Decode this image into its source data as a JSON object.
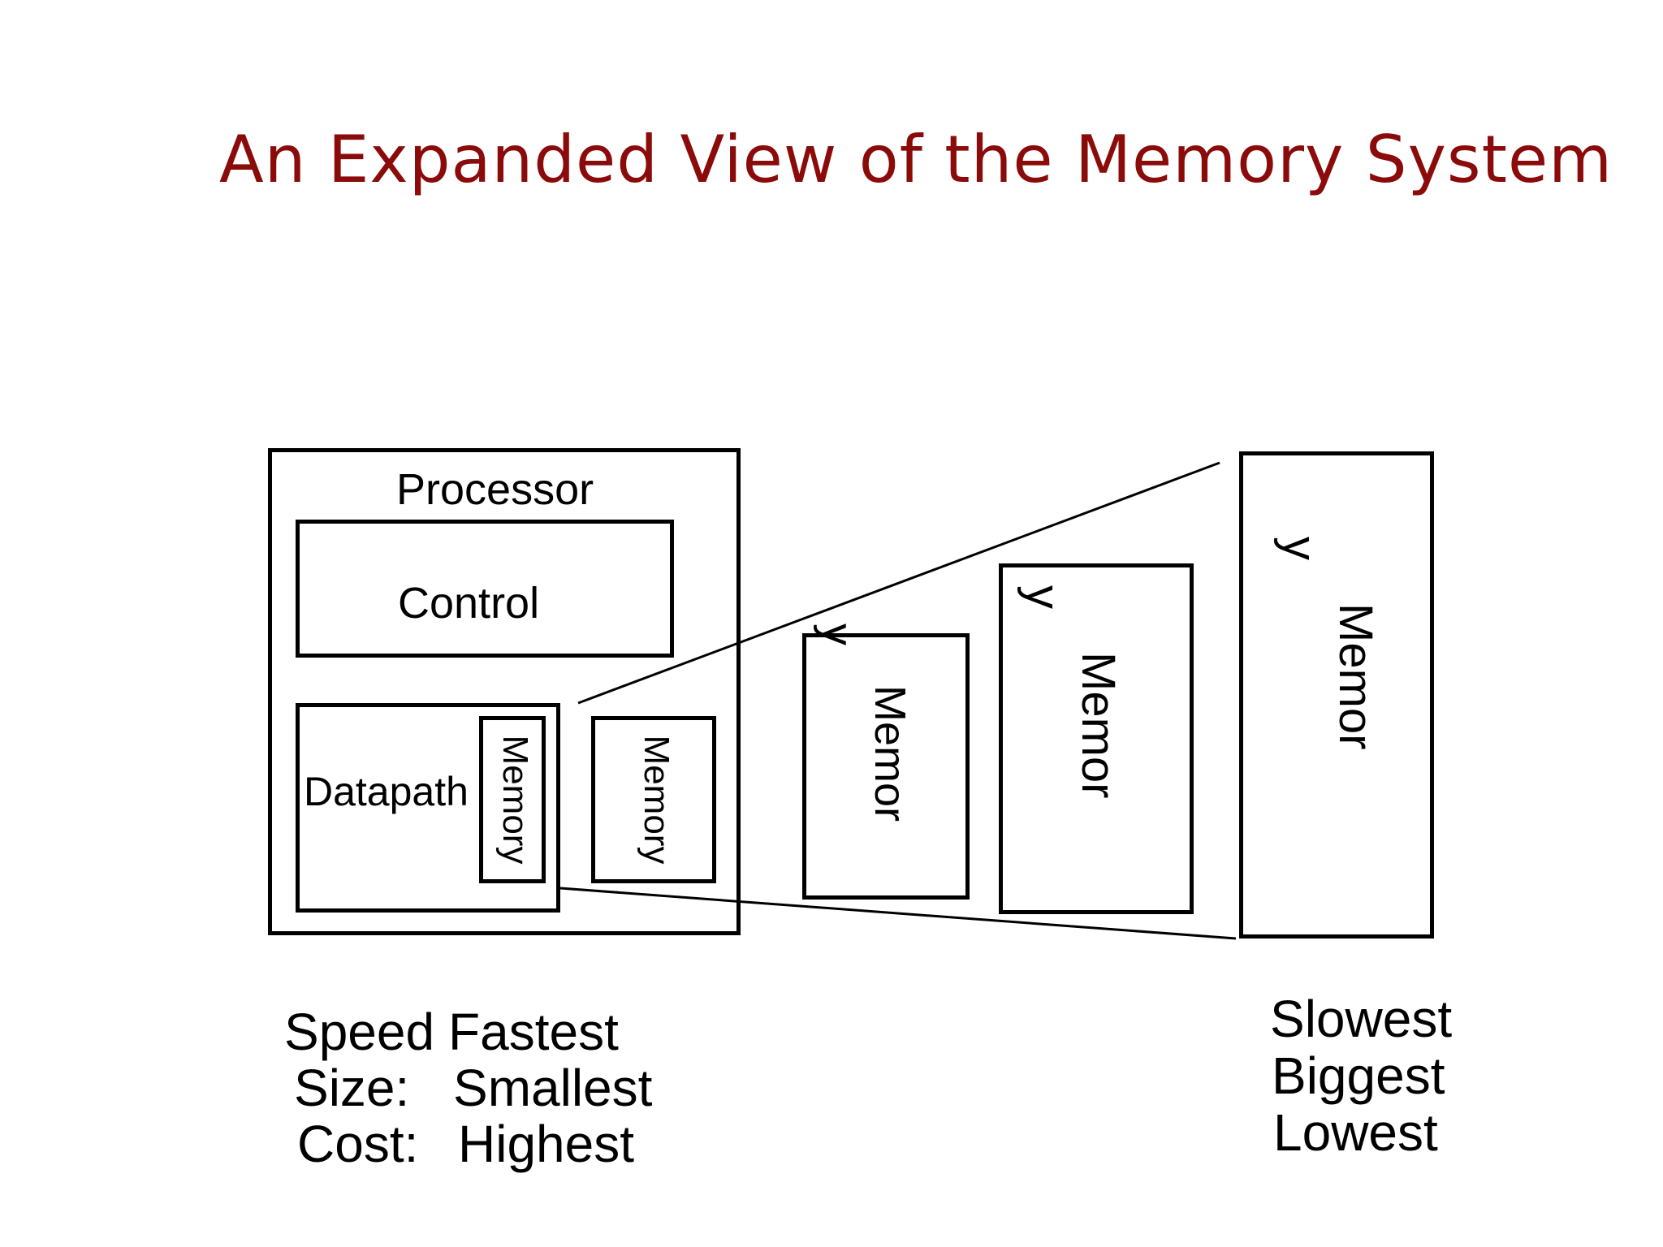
{
  "title": "An Expanded View of the Memory System",
  "diagram": {
    "processor_label": "Processor",
    "control_label": "Control",
    "datapath_label": "Datapath",
    "register_memory_label": "Memory",
    "cache_memory_label": "Memory",
    "level3_memory": {
      "line1": "Memor",
      "line2": "y"
    },
    "level4_memory": {
      "line1": "Memor",
      "line2": "y"
    },
    "level5_memory": {
      "line1": "Memor",
      "line2": "y"
    }
  },
  "left_stats": {
    "speed_label": "Speed",
    "speed_value": "Fastest",
    "size_label": "Size:",
    "size_value": "Smallest",
    "cost_label": "Cost:",
    "cost_value": "Highest"
  },
  "right_stats": {
    "speed_value": "Slowest",
    "size_value": "Biggest",
    "cost_value": "Lowest"
  },
  "colors": {
    "title": "#8b0a0a",
    "lines": "#000000"
  }
}
